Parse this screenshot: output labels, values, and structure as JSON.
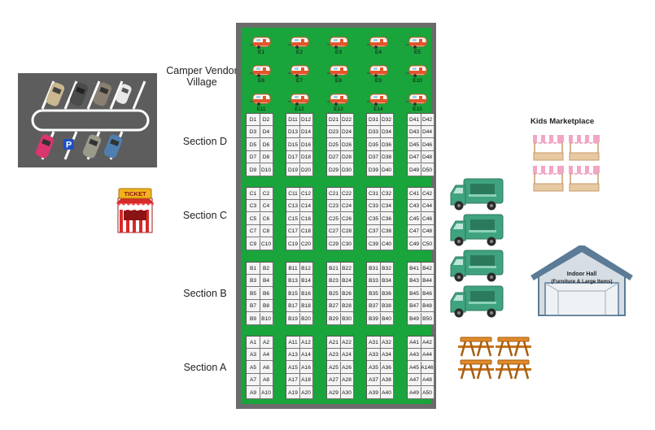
{
  "labels": {
    "camper_village": "Camper Vendor Village",
    "kids_marketplace": "Kids Marketplace",
    "indoor_hall_line1": "Indoor Hall",
    "indoor_hall_line2": "(Furniture & Large Items)",
    "ticket_sign": "TICKET",
    "parking_sign": "P"
  },
  "sections": [
    {
      "id": "D",
      "label": "Section D"
    },
    {
      "id": "C",
      "label": "Section C"
    },
    {
      "id": "B",
      "label": "Section B"
    },
    {
      "id": "A",
      "label": "Section A"
    }
  ],
  "camper_spots": [
    "E1",
    "E2",
    "E3",
    "E4",
    "E5",
    "E6",
    "E7",
    "E8",
    "E9",
    "E10",
    "E11",
    "E12",
    "E13",
    "E14",
    "E15"
  ],
  "stall_blocks": {
    "D": [
      [
        "D1",
        "D2",
        "D3",
        "D4",
        "D5",
        "D6",
        "D7",
        "D8",
        "D9",
        "D10"
      ],
      [
        "D11",
        "D12",
        "D13",
        "D14",
        "D15",
        "D16",
        "D17",
        "D18",
        "D19",
        "D20"
      ],
      [
        "D21",
        "D22",
        "D23",
        "D24",
        "D25",
        "D26",
        "D27",
        "D28",
        "D29",
        "D30"
      ],
      [
        "D31",
        "D32",
        "D33",
        "D34",
        "D35",
        "D36",
        "D37",
        "D38",
        "D39",
        "D40"
      ],
      [
        "D41",
        "D42",
        "D43",
        "D44",
        "D45",
        "D46",
        "D47",
        "D48",
        "D49",
        "D50"
      ]
    ],
    "C": [
      [
        "C1",
        "C2",
        "C3",
        "C4",
        "C5",
        "C6",
        "C7",
        "C8",
        "C9",
        "C10"
      ],
      [
        "C11",
        "C12",
        "C13",
        "C14",
        "C15",
        "C16",
        "C17",
        "C18",
        "C19",
        "C20"
      ],
      [
        "C21",
        "C22",
        "C23",
        "C24",
        "C25",
        "C26",
        "C27",
        "C28",
        "C29",
        "C30"
      ],
      [
        "C31",
        "C32",
        "C33",
        "C34",
        "C35",
        "C36",
        "C37",
        "C38",
        "C39",
        "C40"
      ],
      [
        "C41",
        "C42",
        "C43",
        "C44",
        "C45",
        "C46",
        "C47",
        "C48",
        "C49",
        "C50"
      ]
    ],
    "B": [
      [
        "B1",
        "B2",
        "B3",
        "B4",
        "B5",
        "B6",
        "B7",
        "B8",
        "B9",
        "B10"
      ],
      [
        "B11",
        "B12",
        "B13",
        "B14",
        "B15",
        "B16",
        "B17",
        "B18",
        "B19",
        "B20"
      ],
      [
        "B21",
        "B22",
        "B23",
        "B24",
        "B25",
        "B26",
        "B27",
        "B28",
        "B29",
        "B30"
      ],
      [
        "B31",
        "B32",
        "B33",
        "B34",
        "B35",
        "B36",
        "B37",
        "B38",
        "B39",
        "B40"
      ],
      [
        "B41",
        "B42",
        "B43",
        "B44",
        "B45",
        "B46",
        "B47",
        "B48",
        "B49",
        "B50"
      ]
    ],
    "A": [
      [
        "A1",
        "A2",
        "A3",
        "A4",
        "A5",
        "A6",
        "A7",
        "A8",
        "A9",
        "A10"
      ],
      [
        "A11",
        "A12",
        "A13",
        "A14",
        "A15",
        "A16",
        "A17",
        "A18",
        "A19",
        "A20"
      ],
      [
        "A21",
        "A22",
        "A23",
        "A24",
        "A25",
        "A26",
        "A27",
        "A28",
        "A29",
        "A30"
      ],
      [
        "A31",
        "A32",
        "A33",
        "A34",
        "A35",
        "A36",
        "A37",
        "A38",
        "A39",
        "A40"
      ],
      [
        "A41",
        "A42",
        "A43",
        "A44",
        "A45",
        "A146",
        "A47",
        "A48",
        "A49",
        "A50"
      ]
    ]
  },
  "colors": {
    "grass": "#1aa43c",
    "venue_border": "#6b6b6b",
    "food_truck": "#3fa37f",
    "camper_red": "#e3552b",
    "kids_tent_pink": "#f2a6c5",
    "hall_roof": "#5b7b96",
    "hall_wall": "#d6dde4",
    "picnic_table": "#e08a2a",
    "parking_lot": "#5d5d5d"
  },
  "icons": {
    "camper": "camper-trailer-icon",
    "food_truck": "food-truck-icon",
    "kids_tent": "market-tent-icon",
    "picnic_table": "picnic-table-icon",
    "ticket_booth": "ticket-booth-icon",
    "parking": "parking-lot-icon",
    "indoor_hall": "indoor-hall-icon"
  }
}
